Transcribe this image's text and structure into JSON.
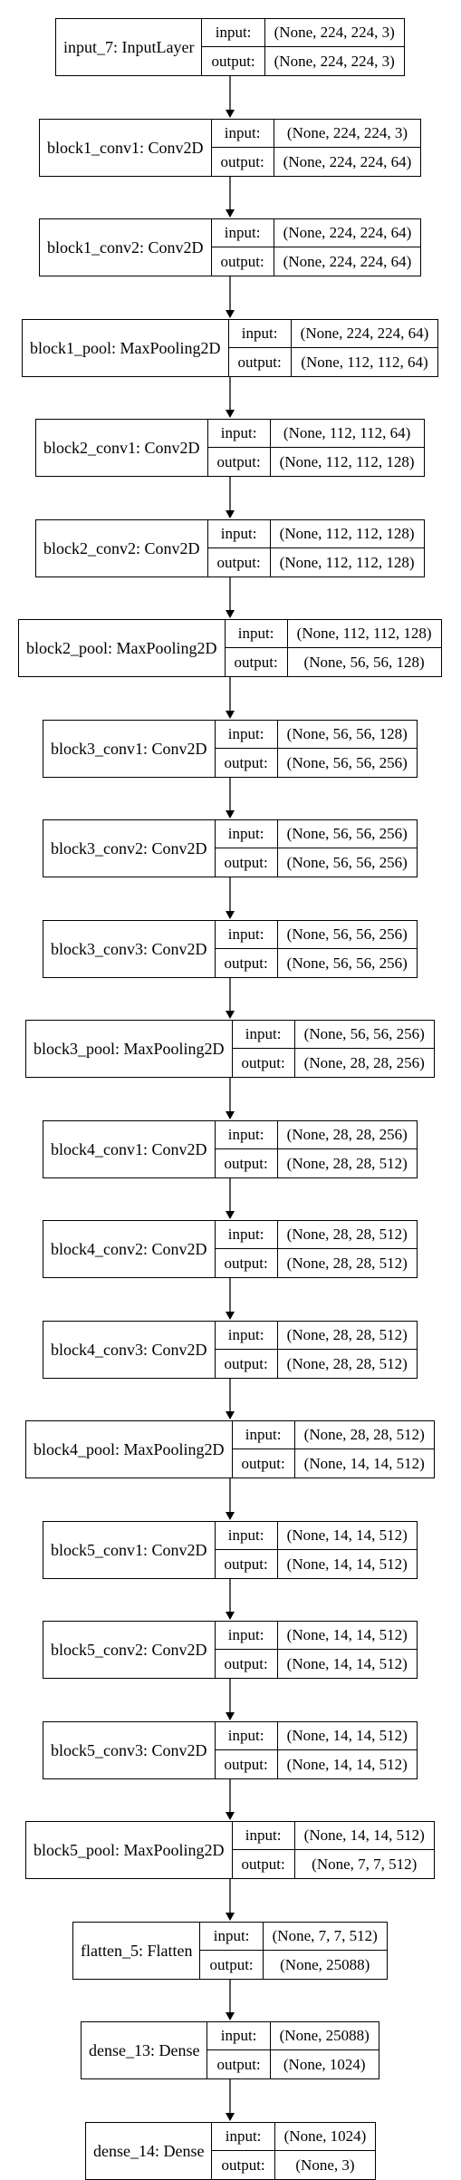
{
  "diagram": {
    "layers": [
      {
        "name": "input_7: InputLayer",
        "input": "(None, 224, 224, 3)",
        "output": "(None, 224, 224, 3)"
      },
      {
        "name": "block1_conv1: Conv2D",
        "input": "(None, 224, 224, 3)",
        "output": "(None, 224, 224, 64)"
      },
      {
        "name": "block1_conv2: Conv2D",
        "input": "(None, 224, 224, 64)",
        "output": "(None, 224, 224, 64)"
      },
      {
        "name": "block1_pool: MaxPooling2D",
        "input": "(None, 224, 224, 64)",
        "output": "(None, 112, 112, 64)"
      },
      {
        "name": "block2_conv1: Conv2D",
        "input": "(None, 112, 112, 64)",
        "output": "(None, 112, 112, 128)"
      },
      {
        "name": "block2_conv2: Conv2D",
        "input": "(None, 112, 112, 128)",
        "output": "(None, 112, 112, 128)"
      },
      {
        "name": "block2_pool: MaxPooling2D",
        "input": "(None, 112, 112, 128)",
        "output": "(None, 56, 56, 128)"
      },
      {
        "name": "block3_conv1: Conv2D",
        "input": "(None, 56, 56, 128)",
        "output": "(None, 56, 56, 256)"
      },
      {
        "name": "block3_conv2: Conv2D",
        "input": "(None, 56, 56, 256)",
        "output": "(None, 56, 56, 256)"
      },
      {
        "name": "block3_conv3: Conv2D",
        "input": "(None, 56, 56, 256)",
        "output": "(None, 56, 56, 256)"
      },
      {
        "name": "block3_pool: MaxPooling2D",
        "input": "(None, 56, 56, 256)",
        "output": "(None, 28, 28, 256)"
      },
      {
        "name": "block4_conv1: Conv2D",
        "input": "(None, 28, 28, 256)",
        "output": "(None, 28, 28, 512)"
      },
      {
        "name": "block4_conv2: Conv2D",
        "input": "(None, 28, 28, 512)",
        "output": "(None, 28, 28, 512)"
      },
      {
        "name": "block4_conv3: Conv2D",
        "input": "(None, 28, 28, 512)",
        "output": "(None, 28, 28, 512)"
      },
      {
        "name": "block4_pool: MaxPooling2D",
        "input": "(None, 28, 28, 512)",
        "output": "(None, 14, 14, 512)"
      },
      {
        "name": "block5_conv1: Conv2D",
        "input": "(None, 14, 14, 512)",
        "output": "(None, 14, 14, 512)"
      },
      {
        "name": "block5_conv2: Conv2D",
        "input": "(None, 14, 14, 512)",
        "output": "(None, 14, 14, 512)"
      },
      {
        "name": "block5_conv3: Conv2D",
        "input": "(None, 14, 14, 512)",
        "output": "(None, 14, 14, 512)"
      },
      {
        "name": "block5_pool: MaxPooling2D",
        "input": "(None, 14, 14, 512)",
        "output": "(None, 7, 7, 512)"
      },
      {
        "name": "flatten_5: Flatten",
        "input": "(None, 7, 7, 512)",
        "output": "(None, 25088)"
      },
      {
        "name": "dense_13: Dense",
        "input": "(None, 25088)",
        "output": "(None, 1024)"
      },
      {
        "name": "dense_14: Dense",
        "input": "(None, 1024)",
        "output": "(None, 3)"
      }
    ],
    "input_label": "input:",
    "output_label": "output:",
    "line_color": "#000000",
    "box_fill": "#ffffff"
  }
}
